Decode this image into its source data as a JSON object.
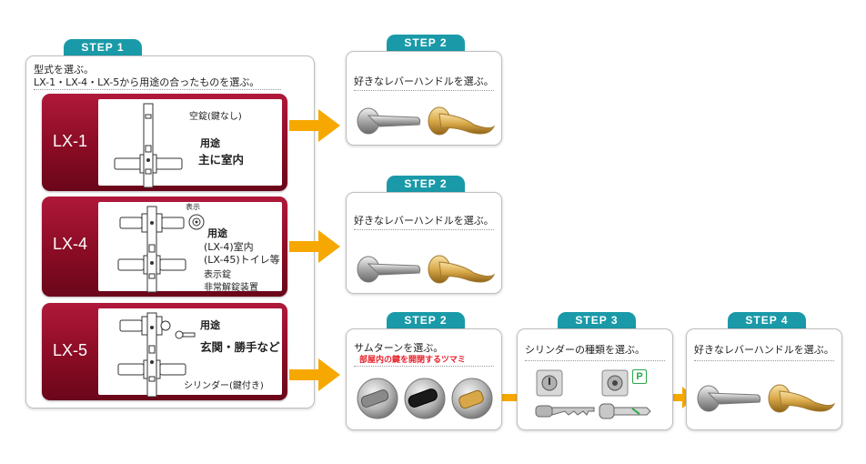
{
  "step_labels": {
    "s1": "STEP 1",
    "s2": "STEP 2",
    "s3": "STEP 3",
    "s4": "STEP 4"
  },
  "step1": {
    "title_line1": "型式を選ぶ。",
    "title_line2": "LX-1・LX-4・LX-5から用途の合ったものを選ぶ。"
  },
  "lx1": {
    "model": "LX-1",
    "note": "空錠(鍵なし)",
    "use_label": "用途",
    "use_text": "主に室内"
  },
  "lx4": {
    "model": "LX-4",
    "indicator_label": "表示",
    "use_label": "用途",
    "line1": "(LX-4)室内",
    "line2": "(LX-45)トイレ等",
    "line3": "表示錠",
    "line4": "非常解錠装置"
  },
  "lx5": {
    "model": "LX-5",
    "use_label": "用途",
    "use_text": "玄関・勝手など",
    "cylinder_note": "シリンダー(鍵付き)"
  },
  "lever_step": {
    "title": "好きなレバーハンドルを選ぶ。"
  },
  "thumbturn_step": {
    "title": "サムターンを選ぶ。",
    "subtitle": "部屋内の鍵を開閉するツマミ"
  },
  "cylinder_step": {
    "title": "シリンダーの種類を選ぶ。",
    "badge": "P"
  },
  "icons": [
    "arrow-right-icon",
    "lever-handle-icon",
    "lock-diagram-icon",
    "thumbturn-icon",
    "cylinder-icon",
    "key-icon",
    "indicator-icon"
  ],
  "colors": {
    "step_tab": "#1a9aa8",
    "model_card": "#8a0c24",
    "arrow": "#f6a800",
    "badge": "#2aa84a",
    "subtitle_red": "#e8202a"
  }
}
